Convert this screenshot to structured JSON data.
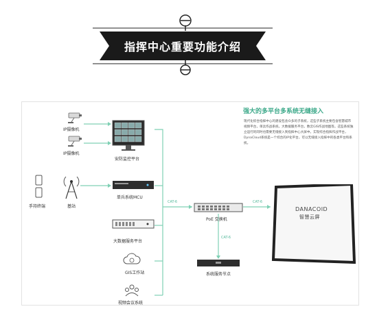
{
  "banner": {
    "title": "指挥中心重要功能介绍"
  },
  "diagram": {
    "headline": "强大的多平台多系统无缝接入",
    "description": "现代化综合指挥中心的建设包含众多的子系统，这些子系统主要包含智慧城市视频平台，单兵作战系统，大数据服务平台，数云GIS作战地图等。这些系统独立运行的同时也需要无缝接入到指挥中心大屏中。实现综合指挥作战平台，DynaCloud系统是一个综合的IP化平台，可以无缝接入指挥中的各类平台和系统。",
    "nodes": {
      "camera1": "IP摄像机",
      "camera2": "IP摄像机",
      "monitor_platform": "安防监控平台",
      "phone": "手持终端",
      "base_station": "基站",
      "mcu": "单兵系统MCU",
      "bigdata": "大数据服务平台",
      "gis": "GIS工作站",
      "video_conf": "视频会议系统",
      "poe_switch": "PoE 交换机",
      "service_node": "系统服务节点",
      "screen_brand": "DANACOID",
      "screen_sub": "智慧云屏"
    },
    "links": {
      "left": "CAT-6",
      "right": "CAT-6",
      "down": "CAT-6"
    }
  },
  "colors": {
    "accent": "#3da98a",
    "line": "#7fd0b4",
    "banner_bg": "#1a1a1a"
  }
}
